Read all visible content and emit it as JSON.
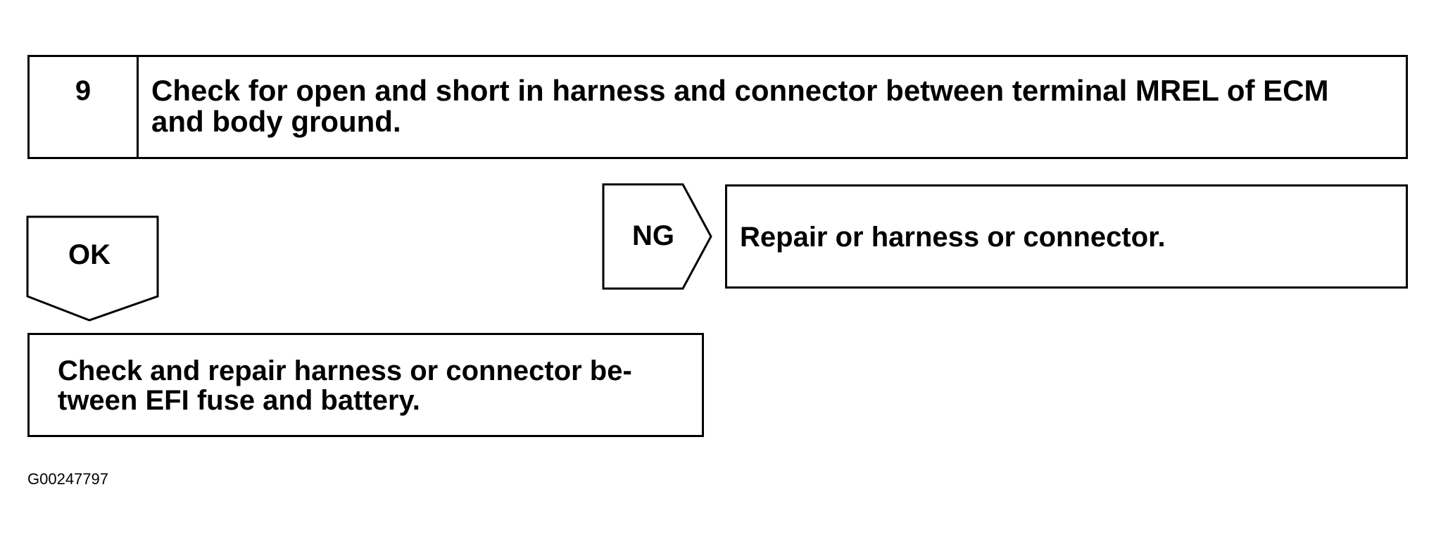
{
  "step": {
    "number": "9",
    "text": "Check for open and short in harness and connector between terminal MREL of ECM and body ground."
  },
  "ok_branch": {
    "label": "OK",
    "result": "Check and repair harness or connector be-tween EFI fuse and battery."
  },
  "ng_branch": {
    "label": "NG",
    "result": "Repair or harness or connector."
  },
  "figure_code": "G00247797"
}
